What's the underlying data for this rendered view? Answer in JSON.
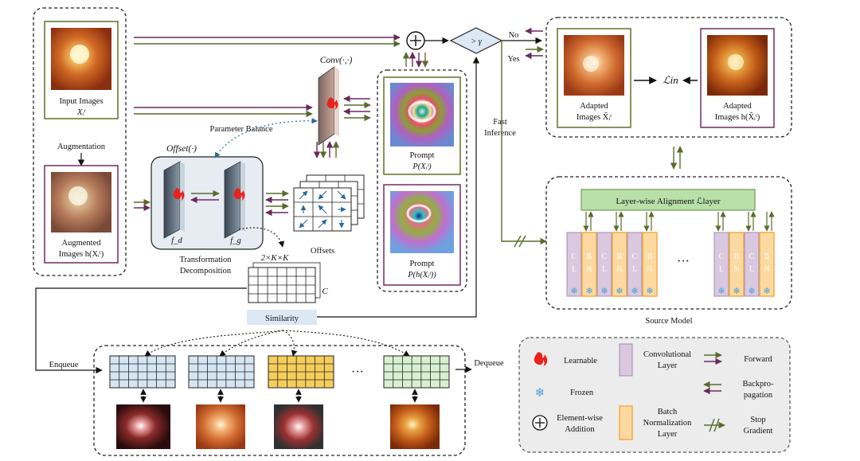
{
  "colors": {
    "forward": "#5a6b2a",
    "backprop": "#6b2a5a",
    "input_border": "#6b7a35",
    "aug_border": "#7a3a6a",
    "conv_layer": "#d9c8e0",
    "bn_layer": "#fcd9a0",
    "bn_border": "#f2a93b",
    "align_fill": "#b9e0a8",
    "similarity_fill": "#dce8f4",
    "queue_blue": "#d5e6f2",
    "queue_yellow": "#f5cd5a",
    "queue_green": "#d9efd2",
    "legend_bg": "#ececec"
  },
  "input": {
    "label_line1": "Input Images",
    "label_math": "Xᵢᵗ",
    "augmentation_label": "Augmentation",
    "aug_label_line1": "Augmented",
    "aug_label_line2": "Images h(Xᵢᵗ)"
  },
  "module": {
    "offset_label": "Offset(·)",
    "fd_label": "f_d",
    "fg_label": "f_g",
    "caption_line1": "Transformation",
    "caption_line2": "Decomposition",
    "conv_label": "Conv(·,·)",
    "param_balance": "Parameter Balance",
    "offsets_label": "Offsets",
    "dims_label": "2×K×K",
    "c_label": "C",
    "similarity_label": "Similarity"
  },
  "prompt": {
    "p1_line1": "Prompt",
    "p1_line2": "P(Xᵢᵗ)",
    "p2_line1": "Prompt",
    "p2_line2": "P(h(Xᵢᵗ))"
  },
  "decision": {
    "gamma_label": "> γ",
    "no_label": "No",
    "yes_label": "Yes",
    "fast_line1": "Fast",
    "fast_line2": "Inference"
  },
  "adapted": {
    "a1_line1": "Adapted",
    "a1_line2": "Images X̃ᵢᵗ",
    "a2_line1": "Adapted",
    "a2_line2": "Images h(X̃ᵢᵗ)",
    "loss_in": "ℒin"
  },
  "source": {
    "align_label": "Layer-wise Alignment ℒlayer",
    "caption": "Source Model",
    "ellipsis": "···",
    "cl_letters": [
      "C",
      "L"
    ],
    "bn_letters": [
      "B",
      "N"
    ]
  },
  "queue": {
    "enqueue": "Enqueue",
    "dequeue": "Dequeue",
    "ellipsis": "···"
  },
  "legend": {
    "learnable": "Learnable",
    "frozen": "Frozen",
    "elementwise_line1": "Element-wise",
    "elementwise_line2": "Addition",
    "conv_line1": "Convolutional",
    "conv_line2": "Layer",
    "bn_line1": "Batch",
    "bn_line2": "Normalization",
    "bn_line3": "Layer",
    "forward": "Forward",
    "backprop_line1": "Backpro-",
    "backprop_line2": "pagation",
    "stop_line1": "Stop",
    "stop_line2": "Gradient"
  }
}
